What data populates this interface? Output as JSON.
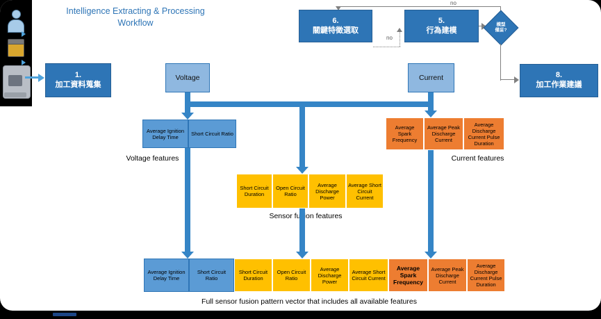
{
  "title": {
    "line1": "Intelligence Extracting & Processing",
    "line2": "Workflow"
  },
  "nodes": {
    "step1": {
      "num": "1.",
      "label": "加工資料蒐集"
    },
    "step5": {
      "num": "5.",
      "label": "行為建模"
    },
    "step6": {
      "num": "6.",
      "label": "關鍵特徵選取"
    },
    "step8": {
      "num": "8.",
      "label": "加工作業建議"
    },
    "voltage": {
      "label": "Voltage"
    },
    "current": {
      "label": "Current"
    },
    "decision": {
      "line1": "模型",
      "line2": "備妥?"
    }
  },
  "edges": {
    "no_top": "no",
    "no_mid": "no"
  },
  "sections": {
    "voltage_features_label": "Voltage features",
    "current_features_label": "Current features",
    "fusion_features_label": "Sensor fusion features",
    "full_vector_label": "Full sensor fusion pattern vector that includes all available features"
  },
  "features": {
    "voltage": [
      "Average Ignition Delay Time",
      "Short Circuit Ratio"
    ],
    "current": [
      "Average Spark Frequency",
      "Average Peak Discharge Current",
      "Average Discharge Current Pulse Duration"
    ],
    "fusion": [
      "Short Circuit Duration",
      "Open Circuit Ratio",
      "Average Discharge Power",
      "Average Short Circuit Current"
    ],
    "full": [
      "Average Ignition Delay Time",
      "Short Circuit Ratio",
      "Short Circuit Duration",
      "Open Circuit Ratio",
      "Average Discharge Power",
      "Average Short Circuit Current",
      "Average Spark Frequency",
      "Average Peak Discharge Current",
      "Average Discharge Current Pulse Duration"
    ]
  },
  "icons": {
    "worker": "worker-icon",
    "material": "material-icon",
    "machine": "machine-icon"
  },
  "colors": {
    "node_blue": "#2E75B6",
    "signal_blue": "#8FB8E0",
    "feature_blue": "#5B9BD5",
    "fusion_yellow": "#FFC000",
    "current_orange": "#ED7D31",
    "arrow_blue": "#3585C6",
    "title_blue": "#2E75B6"
  }
}
